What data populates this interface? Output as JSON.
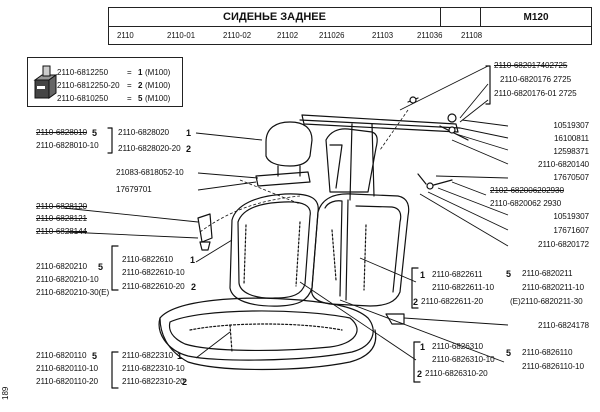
{
  "header": {
    "title": "СИДЕНЬЕ ЗАДНЕЕ",
    "section_code": "M120",
    "models": [
      "2110",
      "2110-01",
      "2110-02",
      "21102",
      "211026",
      "21103",
      "211036",
      "21108"
    ]
  },
  "quantity_legend": {
    "rows": [
      {
        "part": "2110-6812250",
        "qty": "1",
        "model": "(M100)"
      },
      {
        "part": "2110-6812250-20",
        "qty": "2",
        "model": "(M100)"
      },
      {
        "part": "2110-6810250",
        "qty": "5",
        "model": "(M100)"
      }
    ]
  },
  "labels": {
    "head_left_a": "2110-6828010",
    "head_left_a_qty": "5",
    "head_left_b": "2110-6828010-10",
    "head_group_a": "2110-6828020",
    "head_group_a_qty": "1",
    "head_group_b": "2110-6828020-20",
    "head_group_b_qty": "2",
    "guide_a": "21083-6818052-10",
    "guide_b": "17679701",
    "lock_a": "2110-6828120",
    "lock_b": "2110-6828121",
    "lock_c": "2110-6828144",
    "back_left_a": "2110-6820210",
    "back_left_a_qty": "5",
    "back_left_b": "2110-6820210-10",
    "back_left_c": "2110-6820210-30(E)",
    "back_group_a": "2110-6822610",
    "back_group_a_qty": "1",
    "back_group_b": "2110-6822610-10",
    "back_group_c": "2110-6822610-20",
    "back_group_c_qty": "2",
    "cushion_left_a": "2110-6820110",
    "cushion_left_a_qty": "5",
    "cushion_left_b": "2110-6820110-10",
    "cushion_left_c": "2110-6820110-20",
    "cushion_group_a": "2110-6822310",
    "cushion_group_a_qty": "1",
    "cushion_group_b": "2110-6822310-10",
    "cushion_group_c": "2110-6822310-20",
    "cushion_group_c_qty": "2",
    "top_right_a": "2110-6820174",
    "top_right_a_suffix": "02725",
    "top_right_b": "2110-6820176",
    "top_right_b_suffix": "2725",
    "top_right_c": "2110-6820176-01",
    "top_right_c_suffix": "2725",
    "r1": "10519307",
    "r2": "16100811",
    "r3": "12598371",
    "r4": "2110-6820140",
    "r5": "17670507",
    "r6a": "2102-6820062",
    "r6a_suffix": "02930",
    "r6b": "2110-6820062",
    "r6b_suffix": "2930",
    "r7": "10519307",
    "r8": "17671607",
    "r9": "2110-6820172",
    "mid_group_a_qty": "1",
    "mid_group_a": "2110-6822611",
    "mid_group_b": "2110-6822611-10",
    "mid_group_c_qty": "2",
    "mid_group_c": "2110-6822611-20",
    "back_right_qty": "5",
    "back_right_a": "2110-6820211",
    "back_right_b": "2110-6820211-10",
    "back_right_c": "(E)2110-6820211-30",
    "r10": "2110-6824178",
    "low_group_a_qty": "1",
    "low_group_a": "2110-6826310",
    "low_group_b": "2110-6826310-10",
    "low_group_c_qty": "2",
    "low_group_c": "2110-6826310-20",
    "cushion_right_qty": "5",
    "cushion_right_a": "2110-6826110",
    "cushion_right_b": "2110-6826110-10"
  },
  "page_number": "189"
}
